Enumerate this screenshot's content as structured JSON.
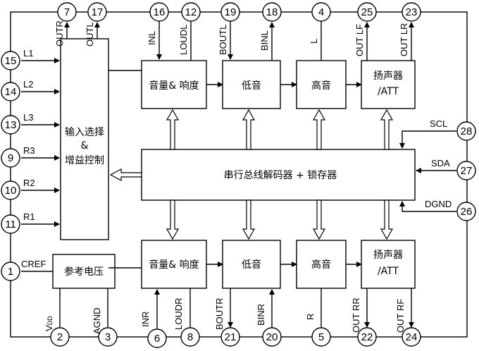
{
  "blocks": {
    "input_select_l1": "输入选择",
    "input_select_l2": "&",
    "input_select_l3": "增益控制",
    "volume_top": "音量& 响度",
    "bass_top": "低音",
    "treble_top": "高音",
    "speaker_top_l1": "扬声器",
    "speaker_top_l2": "/ATT",
    "bus_decoder": "串行总线解码器 + 锁存器",
    "volume_bottom": "音量& 响度",
    "bass_bottom": "低音",
    "treble_bottom": "高音",
    "speaker_bottom_l1": "扬声器",
    "speaker_bottom_l2": "/ATT",
    "reference": "参考电压"
  },
  "pins": {
    "p7": "7",
    "p17": "17",
    "p16": "16",
    "p12": "12",
    "p19": "19",
    "p18": "18",
    "p4": "4",
    "p25": "25",
    "p23": "23",
    "p15": "15",
    "p14": "14",
    "p13": "13",
    "p9": "9",
    "p10": "10",
    "p11": "11",
    "p1": "1",
    "p28": "28",
    "p27": "27",
    "p26": "26",
    "p2": "2",
    "p3": "3",
    "p6": "6",
    "p8": "8",
    "p21": "21",
    "p20": "20",
    "p5": "5",
    "p22": "22",
    "p24": "24"
  },
  "labels": {
    "outr": "OUTR",
    "outl": "OUTL",
    "inl": "INL",
    "loudl": "LOUDL",
    "boutl": "BOUTL",
    "binl": "BINL",
    "l": "L",
    "out_lf": "OUT LF",
    "out_lr": "OUT LR",
    "l1": "L1",
    "l2": "L2",
    "l3": "L3",
    "r3": "R3",
    "r2": "R2",
    "r1": "R1",
    "cref": "CREF",
    "scl": "SCL",
    "sda": "SDA",
    "dgnd": "DGND",
    "vdd_v": "V",
    "vdd_sub": "DD",
    "agnd": "AGND",
    "inr": "INR",
    "loudr": "LOUDR",
    "boutr": "BOUTR",
    "binr": "BINR",
    "r": "R",
    "out_rr": "OUT RR",
    "out_rf": "OUT RF"
  }
}
